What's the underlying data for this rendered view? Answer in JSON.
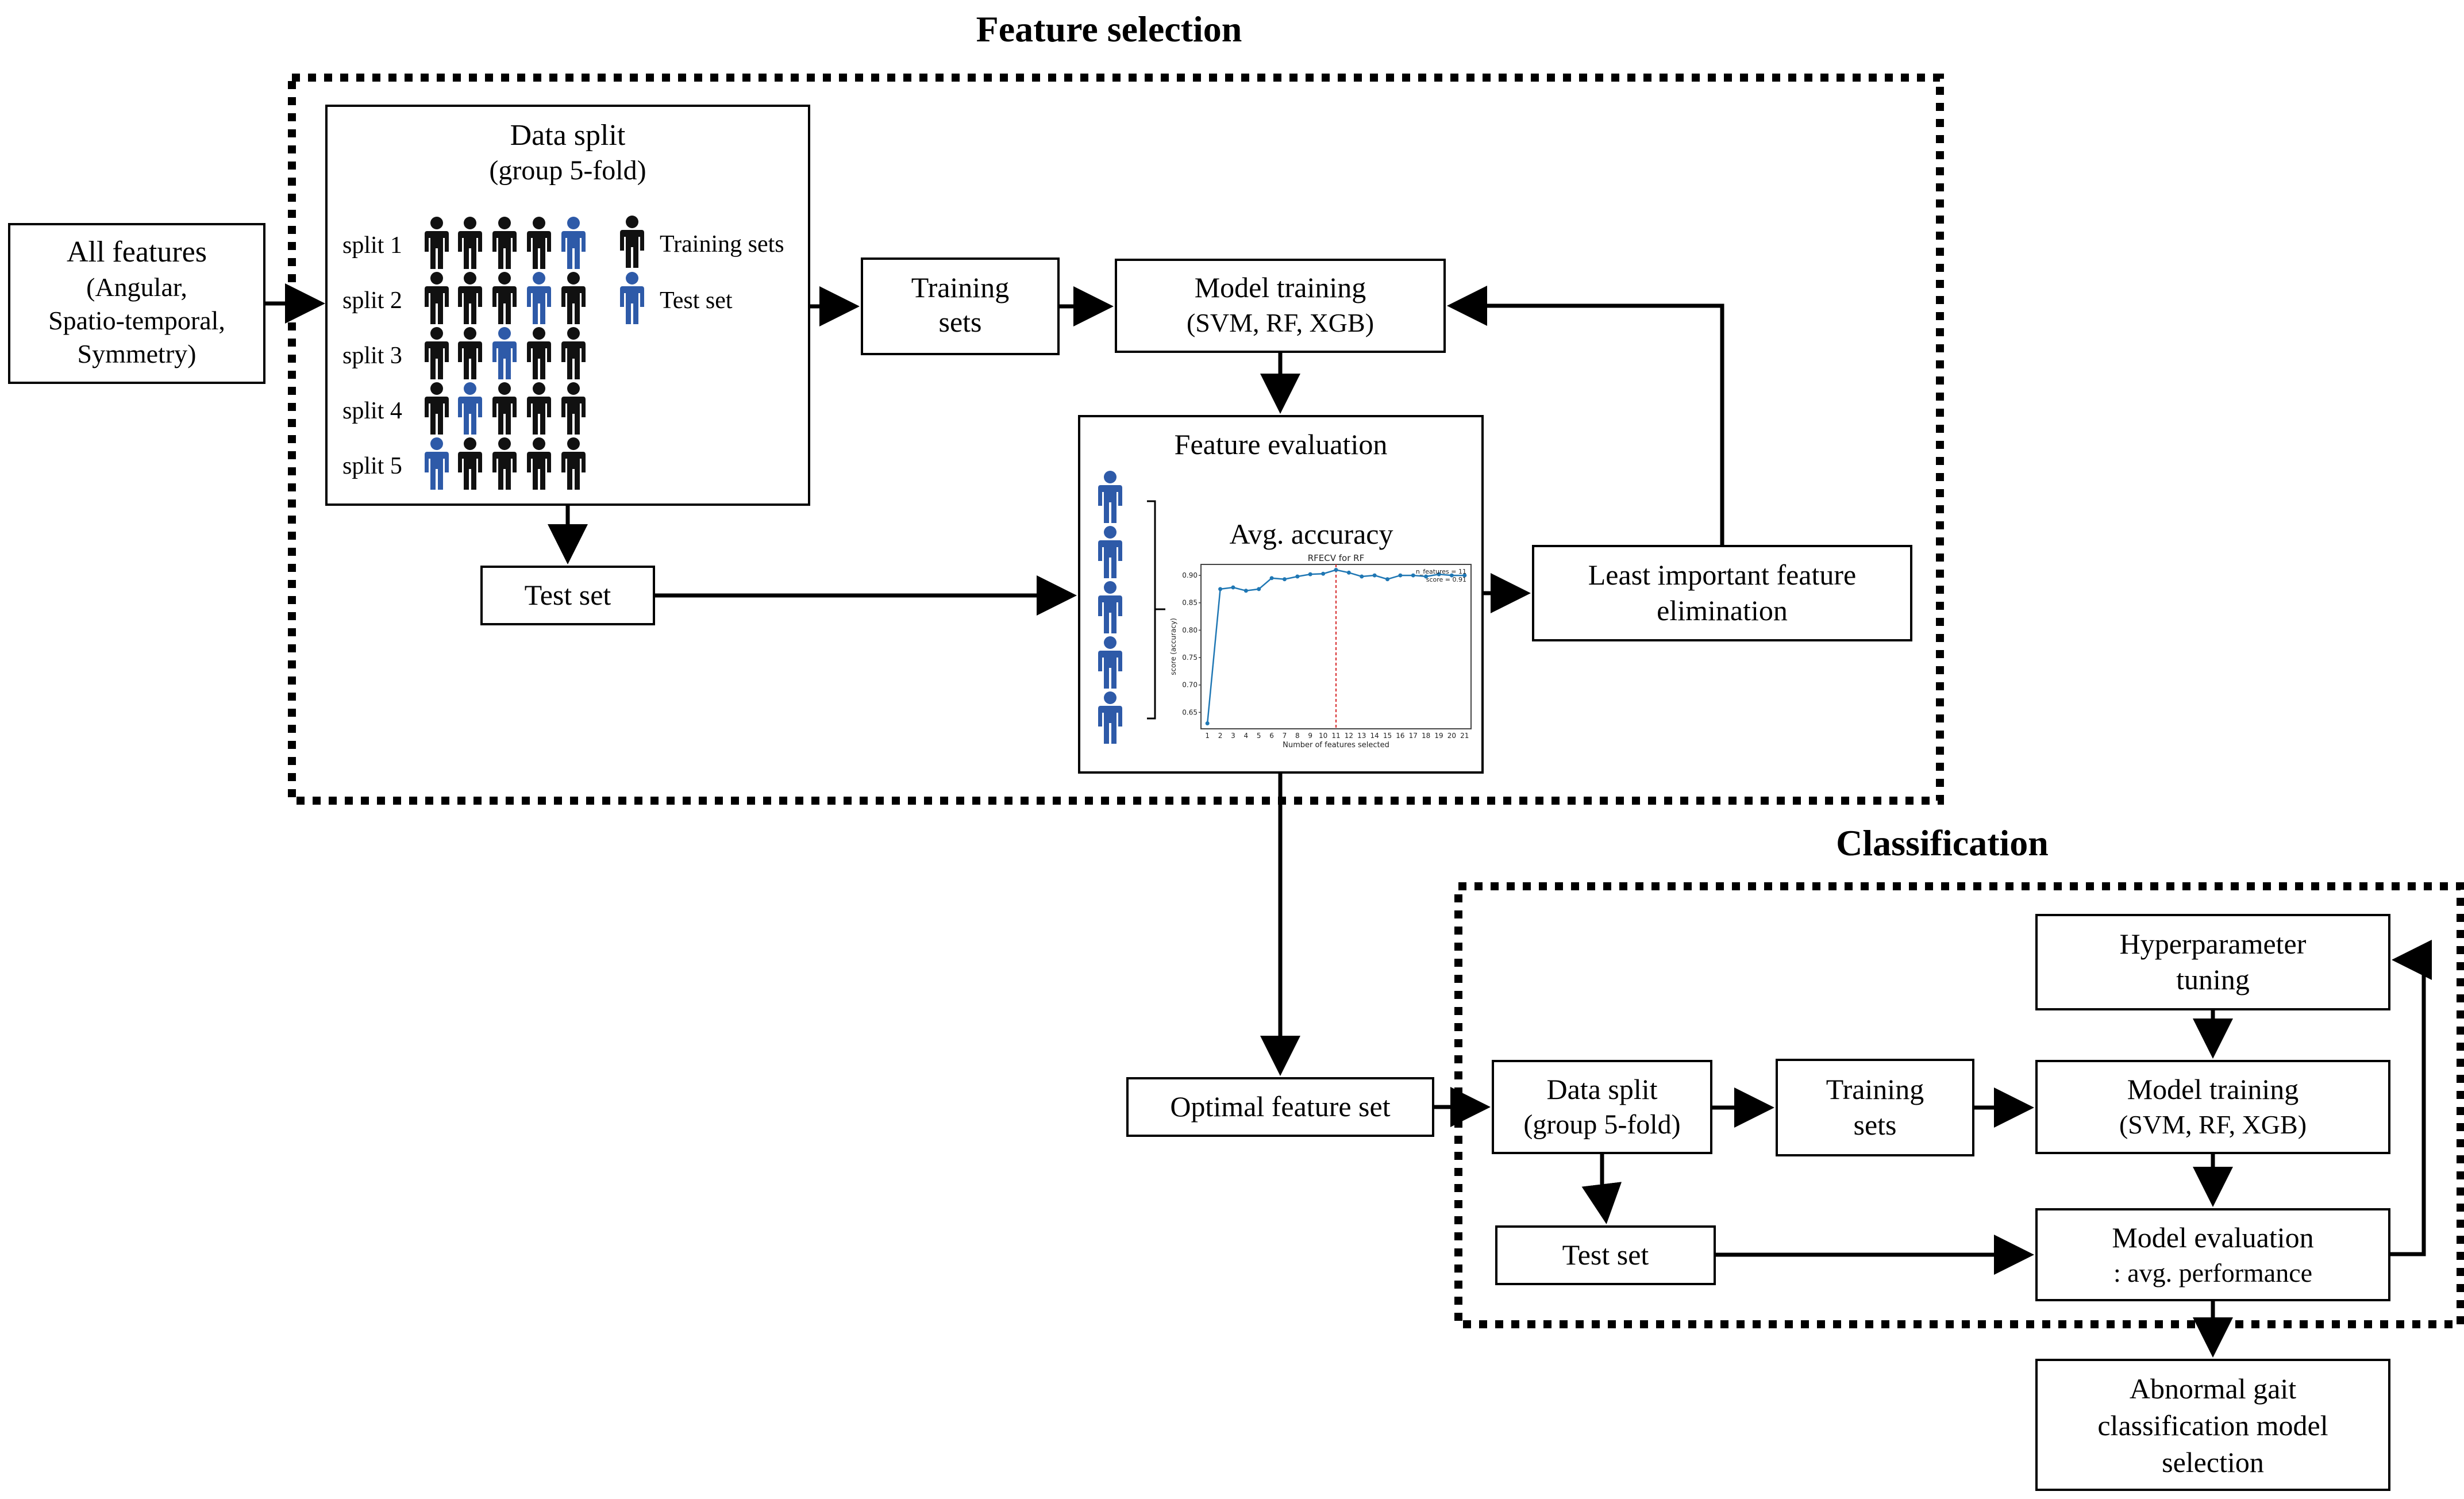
{
  "sections": {
    "feature_selection_title": "Feature selection",
    "classification_title": "Classification"
  },
  "all_features": {
    "line1": "All features",
    "line2": "(Angular,",
    "line3": "Spatio-temporal,",
    "line4": "Symmetry)"
  },
  "data_split": {
    "title1": "Data split",
    "title2": "(group 5-fold)",
    "splits": [
      {
        "label": "split 1",
        "test_index": 5
      },
      {
        "label": "split 2",
        "test_index": 4
      },
      {
        "label": "split 3",
        "test_index": 3
      },
      {
        "label": "split 4",
        "test_index": 2
      },
      {
        "label": "split 5",
        "test_index": 1
      }
    ],
    "legend_training": "Training sets",
    "legend_test": "Test set"
  },
  "fs_training_sets": {
    "line1": "Training",
    "line2": "sets"
  },
  "fs_model_training": {
    "line1": "Model training",
    "line2": "(SVM, RF, XGB)"
  },
  "fs_test_set": {
    "label": "Test set"
  },
  "feature_evaluation": {
    "title": "Feature evaluation",
    "avg_label": "Avg. accuracy"
  },
  "least_important": {
    "line1": "Least important feature",
    "line2": "elimination"
  },
  "optimal_feature_set": {
    "label": "Optimal feature set"
  },
  "cl_data_split": {
    "line1": "Data split",
    "line2": "(group 5-fold)"
  },
  "cl_training_sets": {
    "line1": "Training",
    "line2": "sets"
  },
  "cl_hyperparameter": {
    "line1": "Hyperparameter",
    "line2": "tuning"
  },
  "cl_model_training": {
    "line1": "Model training",
    "line2": "(SVM, RF, XGB)"
  },
  "cl_test_set": {
    "label": "Test set"
  },
  "cl_model_evaluation": {
    "line1": "Model evaluation",
    "line2": ": avg. performance"
  },
  "final": {
    "line1": "Abnormal gait",
    "line2": "classification model",
    "line3": "selection"
  },
  "colors": {
    "training_figure": "#111111",
    "test_figure": "#2e5aa8",
    "chart_line": "#1f77b4",
    "chart_marker": "#d62728"
  },
  "chart_data": {
    "type": "line",
    "title": "RFECV for RF",
    "xlabel": "Number of features selected",
    "ylabel": "score (accuracy)",
    "x": [
      1,
      2,
      3,
      4,
      5,
      6,
      7,
      8,
      9,
      10,
      11,
      12,
      13,
      14,
      15,
      16,
      17,
      18,
      19,
      20,
      21
    ],
    "values": [
      0.63,
      0.875,
      0.878,
      0.872,
      0.875,
      0.895,
      0.893,
      0.898,
      0.902,
      0.903,
      0.91,
      0.905,
      0.898,
      0.9,
      0.893,
      0.9,
      0.9,
      0.898,
      0.902,
      0.9,
      0.9
    ],
    "ylim": [
      0.62,
      0.92
    ],
    "yticks": [
      "0.65",
      "0.70",
      "0.75",
      "0.80",
      "0.85",
      "0.90"
    ],
    "selected_x": 11,
    "legend": [
      "n_features = 11",
      "score = 0.91"
    ],
    "grid": false
  }
}
